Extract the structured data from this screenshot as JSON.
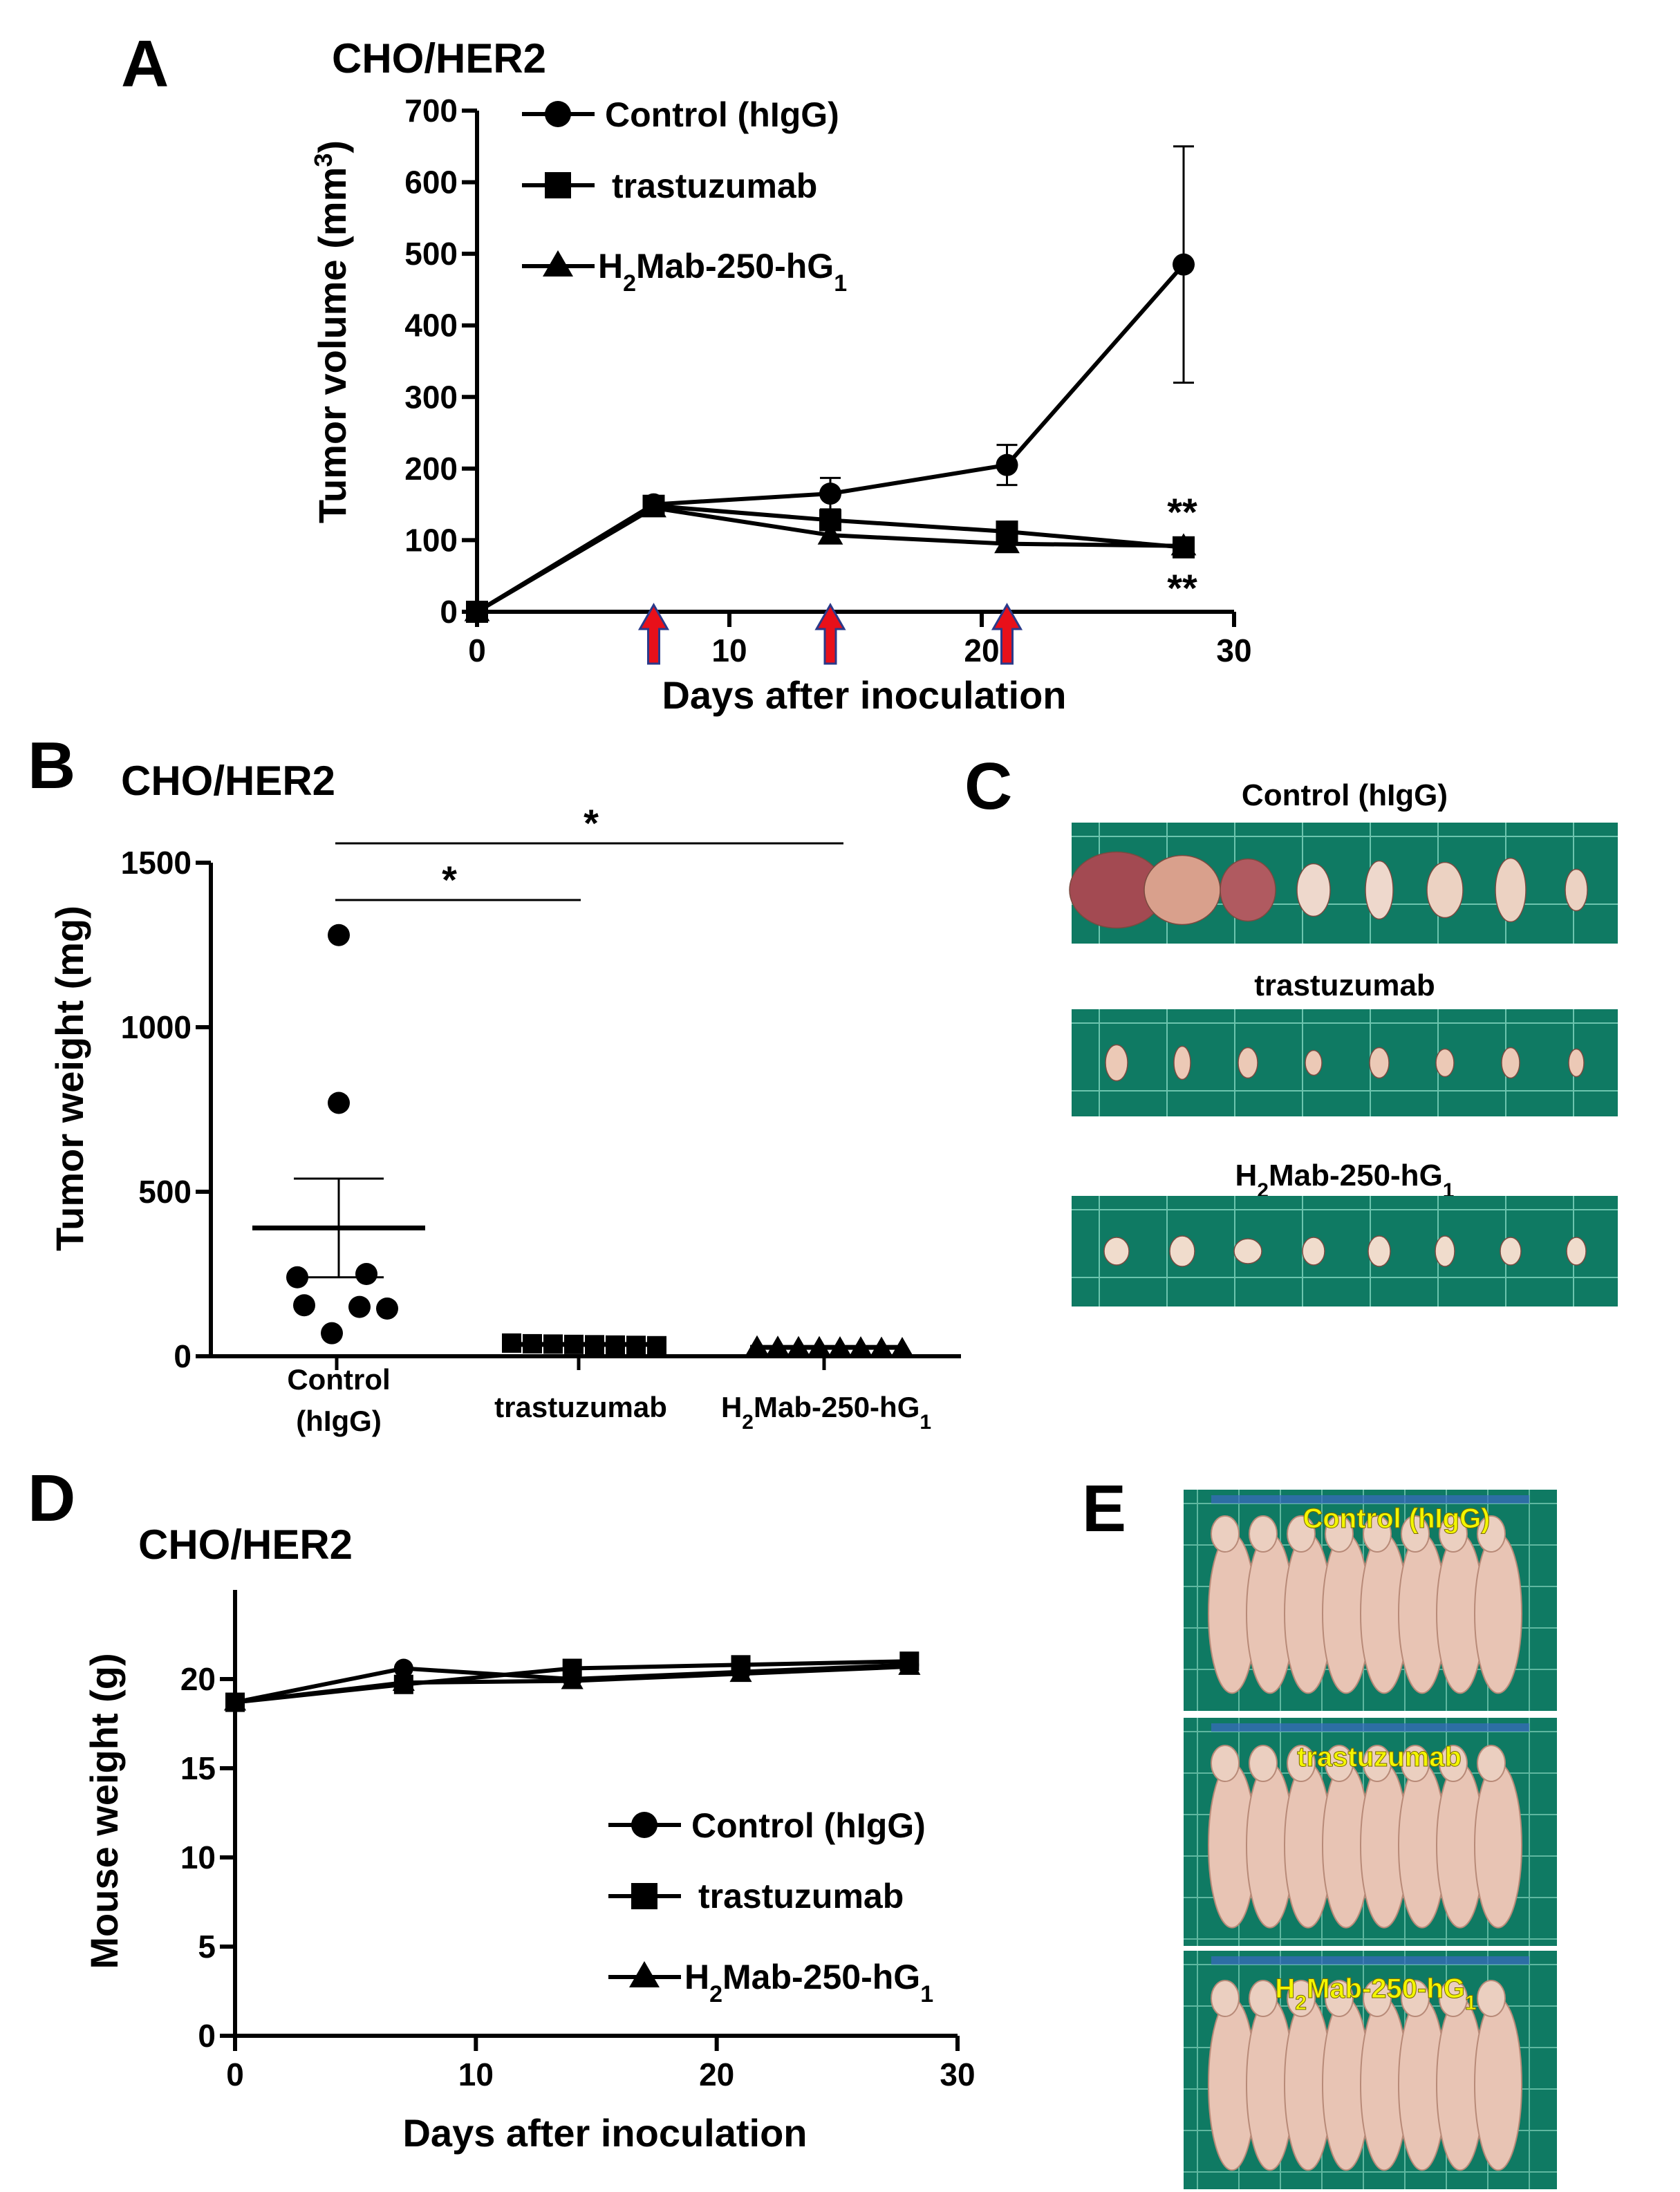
{
  "figure": {
    "panels": {
      "A": "A",
      "B": "B",
      "C": "C",
      "D": "D",
      "E": "E"
    }
  },
  "chart_data": [
    {
      "id": "A",
      "type": "line",
      "title": "CHO/HER2",
      "xlabel": "Days after inoculation",
      "ylabel": "Tumor volume (mm3)",
      "ylabel_parts": {
        "main": "Tumor volume (mm",
        "sup": "3",
        "end": ")"
      },
      "xlim": [
        0,
        30
      ],
      "ylim": [
        0,
        700
      ],
      "xticks": [
        0,
        10,
        20,
        30
      ],
      "yticks": [
        0,
        100,
        200,
        300,
        400,
        500,
        600,
        700
      ],
      "treatment_days": [
        7,
        14,
        21
      ],
      "series": [
        {
          "name": "Control (hIgG)",
          "marker": "circle",
          "x": [
            0,
            7,
            14,
            21,
            28
          ],
          "y": [
            0,
            150,
            165,
            205,
            485
          ],
          "err": [
            0,
            10,
            22,
            28,
            165
          ]
        },
        {
          "name": "trastuzumab",
          "marker": "square",
          "x": [
            0,
            7,
            14,
            21,
            28
          ],
          "y": [
            0,
            148,
            128,
            112,
            90
          ],
          "err": [
            0,
            8,
            10,
            10,
            8
          ]
        },
        {
          "name": "H2Mab-250-hG1",
          "name_parts": {
            "a": "H",
            "s1": "2",
            "b": "Mab-250-hG",
            "s2": "1"
          },
          "marker": "triangle",
          "x": [
            0,
            7,
            14,
            21,
            28
          ],
          "y": [
            0,
            145,
            107,
            95,
            92
          ],
          "err": [
            0,
            8,
            10,
            8,
            8
          ]
        }
      ],
      "annotations": [
        "**",
        "**"
      ]
    },
    {
      "id": "B",
      "type": "scatter",
      "title": "CHO/HER2",
      "ylabel": "Tumor weight (mg)",
      "ylim": [
        0,
        1500
      ],
      "yticks": [
        0,
        500,
        1000,
        1500
      ],
      "categories": [
        {
          "label_lines": [
            "Control",
            "(hIgG)"
          ],
          "values": [
            1280,
            770,
            250,
            240,
            155,
            150,
            145,
            70
          ],
          "mean": 390,
          "sem_upper": 540,
          "sem_lower": 240,
          "marker": "circle"
        },
        {
          "label_lines": [
            "trastuzumab"
          ],
          "values": [
            40,
            38,
            37,
            36,
            35,
            34,
            33,
            32
          ],
          "mean": 36,
          "sem_upper": 38,
          "sem_lower": 34,
          "marker": "square"
        },
        {
          "label_lines": [
            "H2Mab-250-hG1"
          ],
          "label_parts": {
            "a": "H",
            "s1": "2",
            "b": "Mab-250-hG",
            "s2": "1"
          },
          "values": [
            30,
            29,
            28,
            28,
            27,
            27,
            26,
            25
          ],
          "mean": 27,
          "sem_upper": 29,
          "sem_lower": 25,
          "marker": "triangle"
        }
      ],
      "annotations": [
        "*",
        "*"
      ]
    },
    {
      "id": "D",
      "type": "line",
      "title": "CHO/HER2",
      "xlabel": "Days after inoculation",
      "ylabel": "Mouse weight (g)",
      "xlim": [
        0,
        30
      ],
      "ylim": [
        0,
        25
      ],
      "xticks": [
        0,
        10,
        20,
        30
      ],
      "yticks": [
        0,
        5,
        10,
        15,
        20
      ],
      "series": [
        {
          "name": "Control (hIgG)",
          "marker": "circle",
          "x": [
            0,
            7,
            14,
            21,
            28
          ],
          "y": [
            18.7,
            20.6,
            20.0,
            20.4,
            20.8
          ]
        },
        {
          "name": "trastuzumab",
          "marker": "square",
          "x": [
            0,
            7,
            14,
            21,
            28
          ],
          "y": [
            18.7,
            19.7,
            20.6,
            20.8,
            21.0
          ]
        },
        {
          "name": "H2Mab-250-hG1",
          "name_parts": {
            "a": "H",
            "s1": "2",
            "b": "Mab-250-hG",
            "s2": "1"
          },
          "marker": "triangle",
          "x": [
            0,
            7,
            14,
            21,
            28
          ],
          "y": [
            18.7,
            19.8,
            19.9,
            20.3,
            20.7
          ]
        }
      ]
    }
  ],
  "panel_C": {
    "labels": [
      "Control (hIgG)",
      "trastuzumab",
      "H2Mab-250-hG1"
    ],
    "label_parts": {
      "a": "H",
      "s1": "2",
      "b": "Mab-250-hG",
      "s2": "1"
    },
    "tray_color": "#0f7a63"
  },
  "panel_E": {
    "labels": [
      "Control (hIgG)",
      "trastuzumab",
      "H2Mab-250-hG1"
    ],
    "label_parts": {
      "a": "H",
      "s1": "2",
      "b": "Mab-250-hG",
      "s2": "1"
    },
    "label_color": "#f3f600",
    "mouse_color": "#e8c4b4",
    "tray_color": "#0f7a63"
  }
}
